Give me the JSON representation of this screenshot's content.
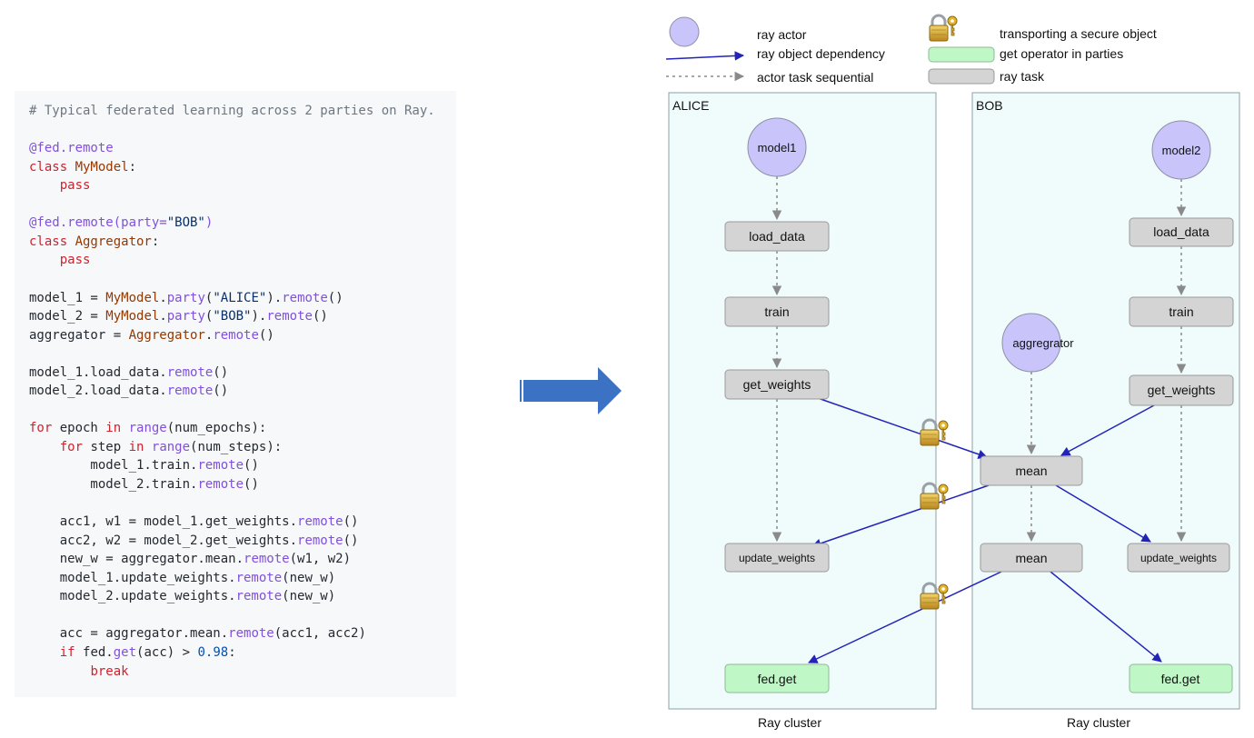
{
  "code": {
    "lines": [
      [
        [
          "# Typical federated learning across 2 parties on Ray.",
          "comment"
        ]
      ],
      [],
      [
        [
          "@fed.remote",
          "decorator"
        ]
      ],
      [
        [
          "class ",
          "keyword"
        ],
        [
          "MyModel",
          "class"
        ],
        [
          ":",
          "plain"
        ]
      ],
      [
        [
          "    ",
          "plain"
        ],
        [
          "pass",
          "keyword"
        ]
      ],
      [],
      [
        [
          "@fed.remote(party=",
          "decorator"
        ],
        [
          "\"BOB\"",
          "string"
        ],
        [
          ")",
          "decorator"
        ]
      ],
      [
        [
          "class ",
          "keyword"
        ],
        [
          "Aggregator",
          "class"
        ],
        [
          ":",
          "plain"
        ]
      ],
      [
        [
          "    ",
          "plain"
        ],
        [
          "pass",
          "keyword"
        ]
      ],
      [],
      [
        [
          "model_1 = ",
          "plain"
        ],
        [
          "MyModel",
          "class"
        ],
        [
          ".",
          "plain"
        ],
        [
          "party",
          "method"
        ],
        [
          "(",
          "plain"
        ],
        [
          "\"ALICE\"",
          "string"
        ],
        [
          ").",
          "plain"
        ],
        [
          "remote",
          "method"
        ],
        [
          "()",
          "plain"
        ]
      ],
      [
        [
          "model_2 = ",
          "plain"
        ],
        [
          "MyModel",
          "class"
        ],
        [
          ".",
          "plain"
        ],
        [
          "party",
          "method"
        ],
        [
          "(",
          "plain"
        ],
        [
          "\"BOB\"",
          "string"
        ],
        [
          ").",
          "plain"
        ],
        [
          "remote",
          "method"
        ],
        [
          "()",
          "plain"
        ]
      ],
      [
        [
          "aggregator = ",
          "plain"
        ],
        [
          "Aggregator",
          "class"
        ],
        [
          ".",
          "plain"
        ],
        [
          "remote",
          "method"
        ],
        [
          "()",
          "plain"
        ]
      ],
      [],
      [
        [
          "model_1.load_data.",
          "plain"
        ],
        [
          "remote",
          "method"
        ],
        [
          "()",
          "plain"
        ]
      ],
      [
        [
          "model_2.load_data.",
          "plain"
        ],
        [
          "remote",
          "method"
        ],
        [
          "()",
          "plain"
        ]
      ],
      [],
      [
        [
          "for ",
          "keyword"
        ],
        [
          "epoch ",
          "plain"
        ],
        [
          "in ",
          "keyword"
        ],
        [
          "range",
          "method"
        ],
        [
          "(num_epochs):",
          "plain"
        ]
      ],
      [
        [
          "    ",
          "plain"
        ],
        [
          "for ",
          "keyword"
        ],
        [
          "step ",
          "plain"
        ],
        [
          "in ",
          "keyword"
        ],
        [
          "range",
          "method"
        ],
        [
          "(num_steps):",
          "plain"
        ]
      ],
      [
        [
          "        model_1.train.",
          "plain"
        ],
        [
          "remote",
          "method"
        ],
        [
          "()",
          "plain"
        ]
      ],
      [
        [
          "        model_2.train.",
          "plain"
        ],
        [
          "remote",
          "method"
        ],
        [
          "()",
          "plain"
        ]
      ],
      [],
      [
        [
          "    acc1, w1 = model_1.get_weights.",
          "plain"
        ],
        [
          "remote",
          "method"
        ],
        [
          "()",
          "plain"
        ]
      ],
      [
        [
          "    acc2, w2 = model_2.get_weights.",
          "plain"
        ],
        [
          "remote",
          "method"
        ],
        [
          "()",
          "plain"
        ]
      ],
      [
        [
          "    new_w = aggregator.mean.",
          "plain"
        ],
        [
          "remote",
          "method"
        ],
        [
          "(w1, w2)",
          "plain"
        ]
      ],
      [
        [
          "    model_1.update_weights.",
          "plain"
        ],
        [
          "remote",
          "method"
        ],
        [
          "(new_w)",
          "plain"
        ]
      ],
      [
        [
          "    model_2.update_weights.",
          "plain"
        ],
        [
          "remote",
          "method"
        ],
        [
          "(new_w)",
          "plain"
        ]
      ],
      [],
      [
        [
          "    acc = aggregator.mean.",
          "plain"
        ],
        [
          "remote",
          "method"
        ],
        [
          "(acc1, acc2)",
          "plain"
        ]
      ],
      [
        [
          "    ",
          "plain"
        ],
        [
          "if ",
          "keyword"
        ],
        [
          "fed.",
          "plain"
        ],
        [
          "get",
          "method"
        ],
        [
          "(acc) > ",
          "plain"
        ],
        [
          "0.98",
          "number"
        ],
        [
          ":",
          "plain"
        ]
      ],
      [
        [
          "        ",
          "plain"
        ],
        [
          "break",
          "keyword"
        ]
      ]
    ]
  },
  "legend": {
    "ray_actor": "ray actor",
    "ray_object_dependency": "ray object dependency",
    "actor_task_sequential": "actor task sequential",
    "transporting_secure_object": "transporting a secure object",
    "get_operator": "get operator in parties",
    "ray_task": "ray task"
  },
  "clusters": {
    "alice": {
      "name": "ALICE",
      "caption": "Ray cluster"
    },
    "bob": {
      "name": "BOB",
      "caption": "Ray cluster"
    }
  },
  "nodes": {
    "model1": "model1",
    "model2": "model2",
    "aggregator": "aggregrator",
    "alice_load_data": "load_data",
    "alice_train": "train",
    "alice_get_weights": "get_weights",
    "alice_update_weights": "update_weights",
    "alice_fed_get": "fed.get",
    "bob_load_data": "load_data",
    "bob_train": "train",
    "bob_get_weights": "get_weights",
    "bob_update_weights": "update_weights",
    "bob_fed_get": "fed.get",
    "mean1": "mean",
    "mean2": "mean"
  },
  "colors": {
    "actor_fill": "#c9c5fb",
    "actor_stroke": "#8f8fa8",
    "task_fill": "#d4d4d4",
    "task_stroke": "#9a9a9a",
    "get_fill": "#bff8c6",
    "get_stroke": "#8fb896",
    "cluster_fill": "#f0fcfc",
    "cluster_stroke": "#8ea0a6",
    "dependency_arrow": "#2323b8",
    "sequential_arrow": "#8a8a8a",
    "big_arrow": "#3b72c4",
    "code_background": "#f6f8fa"
  }
}
